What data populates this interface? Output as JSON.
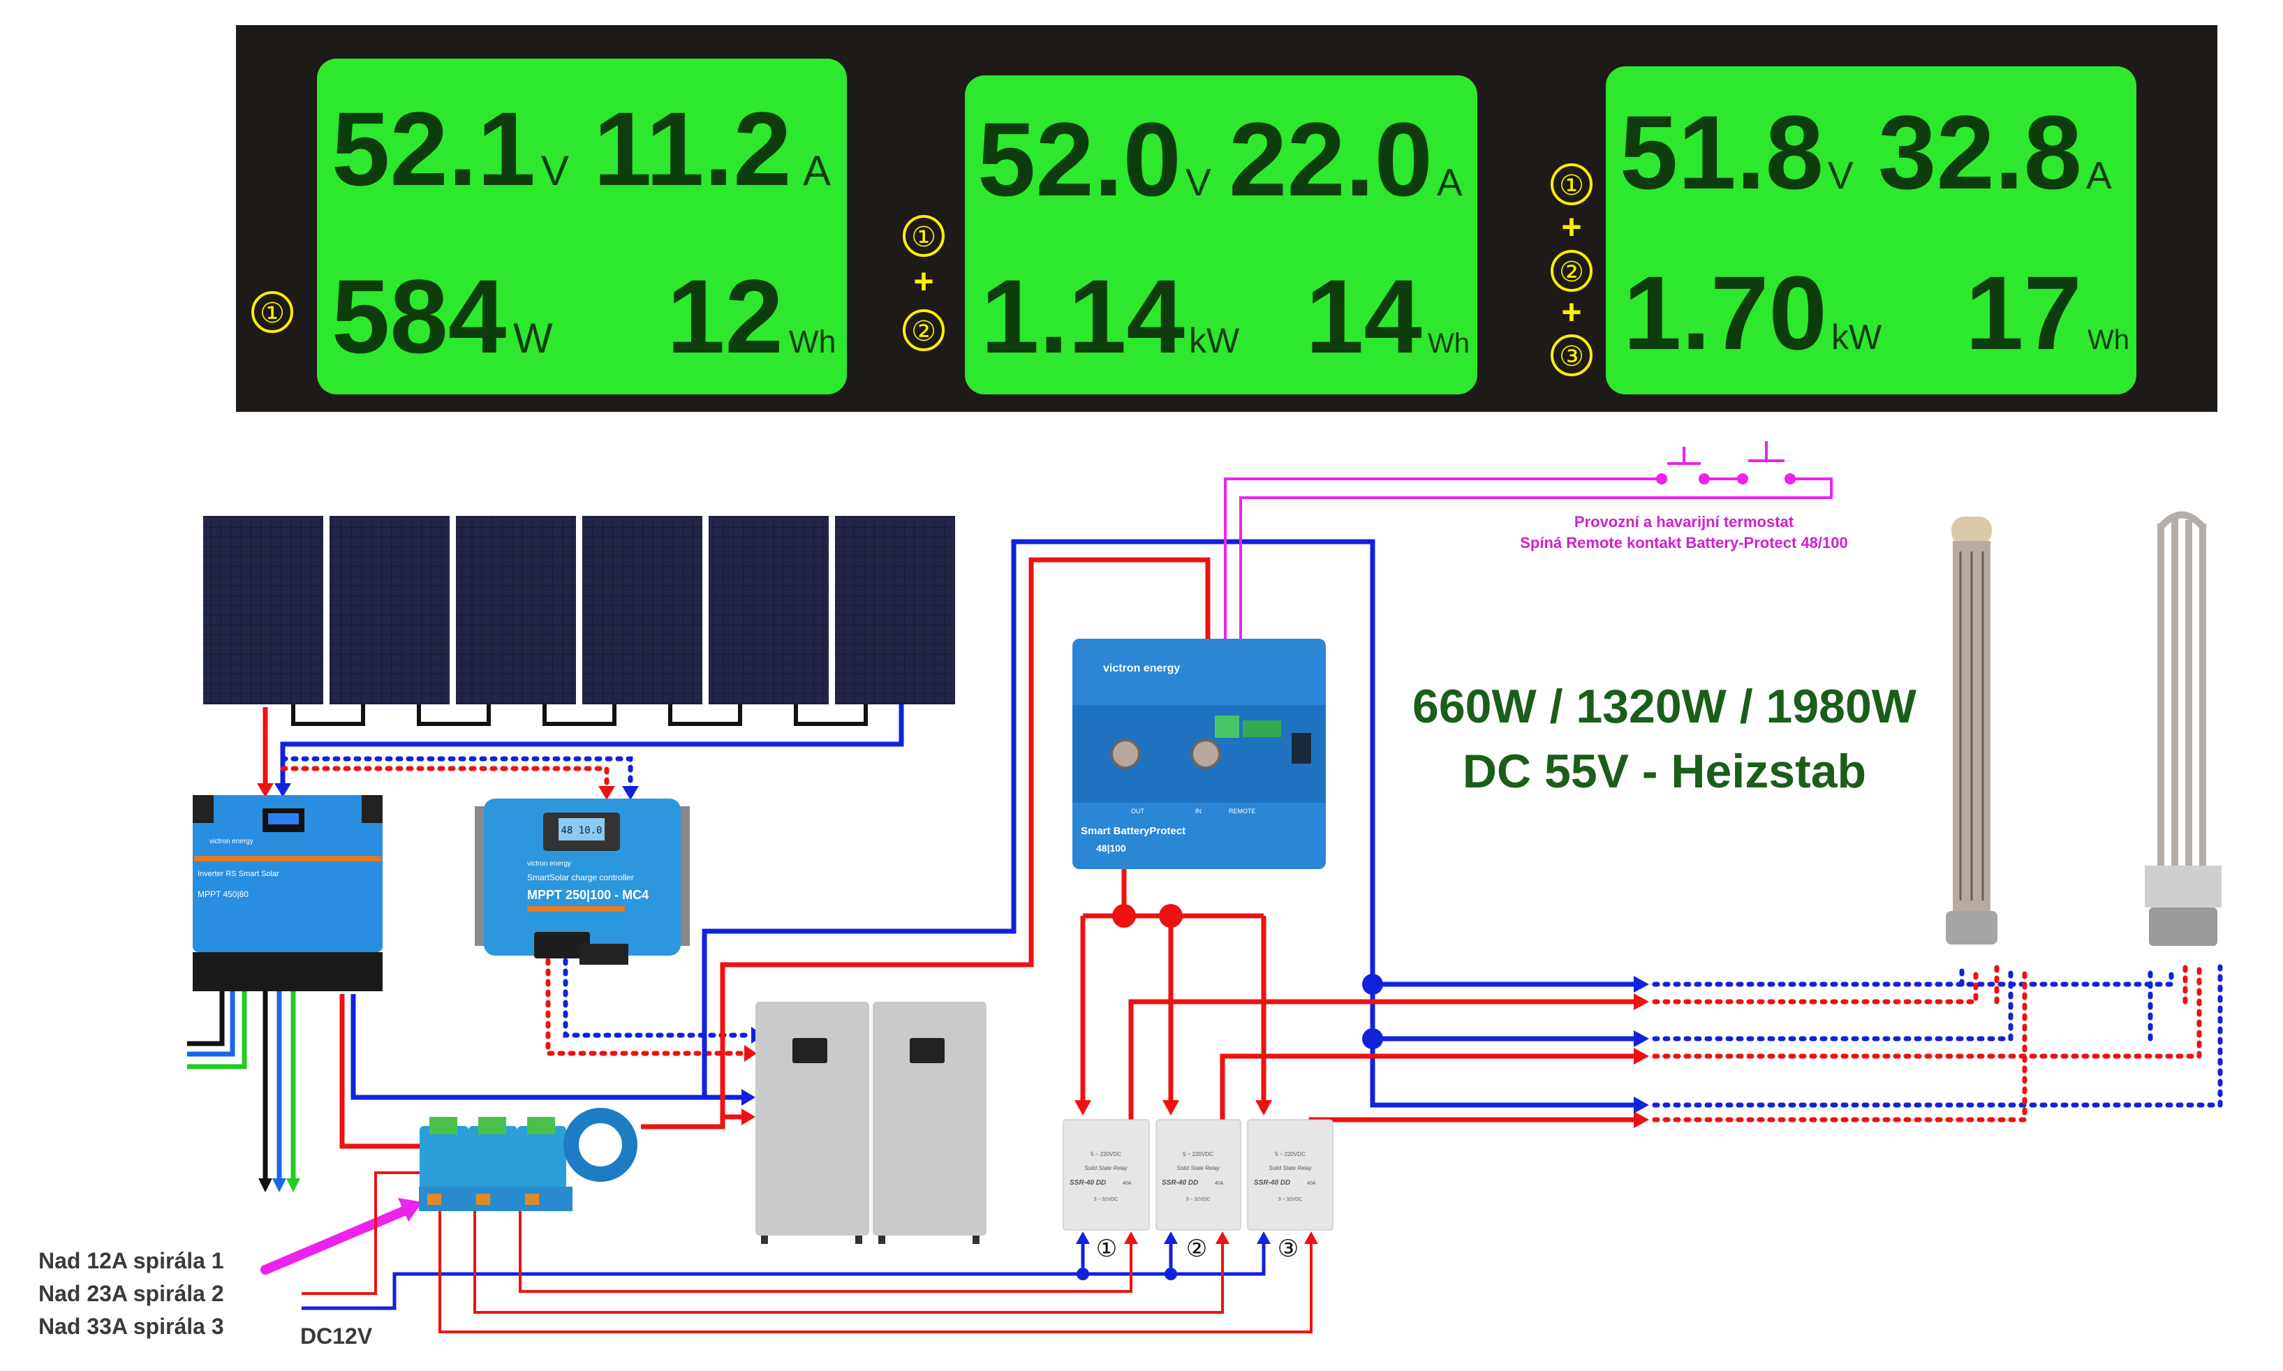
{
  "meters": [
    {
      "voltage": "52.1",
      "voltage_unit": "V",
      "current": "11.2",
      "current_unit": "A",
      "power": "584",
      "power_unit": "W",
      "energy": "12",
      "energy_unit": "Wh",
      "labels": [
        "①"
      ]
    },
    {
      "voltage": "52.0",
      "voltage_unit": "V",
      "current": "22.0",
      "current_unit": "A",
      "power": "1.14",
      "power_unit": "kW",
      "energy": "14",
      "energy_unit": "Wh",
      "labels": [
        "①",
        "+",
        "②"
      ]
    },
    {
      "voltage": "51.8",
      "voltage_unit": "V",
      "current": "32.8",
      "current_unit": "A",
      "power": "1.70",
      "power_unit": "kW",
      "energy": "17",
      "energy_unit": "Wh",
      "labels": [
        "①",
        "+",
        "②",
        "+",
        "③"
      ]
    }
  ],
  "heading": {
    "line1": "660W / 1320W / 1980W",
    "line2": "DC 55V - Heizstab"
  },
  "thermostat_note": {
    "line1": "Provozní a havarijní termostat",
    "line2": "Spíná Remote kontakt Battery-Protect 48/100"
  },
  "thresholds": [
    "Nad 12A spirála 1",
    "Nad 23A spirála 2",
    "Nad 33A spirála 3"
  ],
  "dc_label": "DC12V",
  "devices": {
    "inverter": {
      "brand": "victron energy",
      "title": "Inverter RS Smart Solar",
      "sub": "MPPT 450|80"
    },
    "mppt": {
      "brand": "victron energy",
      "title": "SmartSolar charge controller",
      "model": "MPPT 250|100 - MC4",
      "display": "48 10.0"
    },
    "battery_protect": {
      "brand": "victron energy",
      "title": "Smart BatteryProtect",
      "model": "48|100",
      "out": "OUT",
      "in": "IN",
      "remote": "REMOTE"
    },
    "ssr": {
      "title": "Solid State Relay",
      "model": "SSR-40 DD",
      "output": "5 ~ 220VDC",
      "input": "3 ~ 32VDC",
      "rating": "40A"
    },
    "ssr_labels": [
      "①",
      "②",
      "③"
    ]
  },
  "colors": {
    "positive": "#ee1111",
    "negative": "#1122dd",
    "control": "#ee22ee",
    "heading": "#1a5e1a",
    "lcd": "#2ee82e"
  }
}
